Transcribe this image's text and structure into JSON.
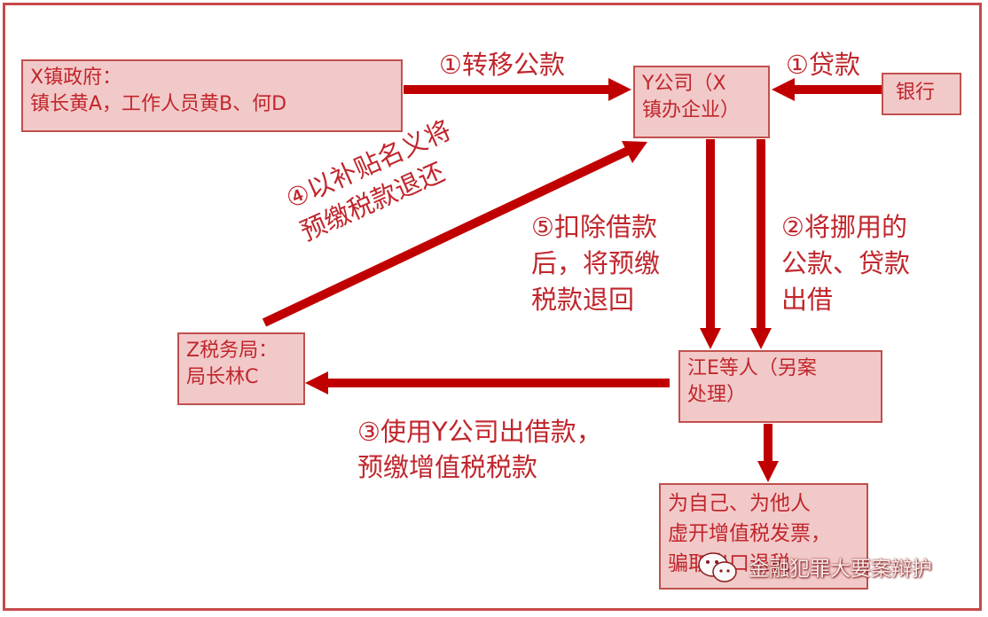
{
  "nodes": {
    "x_town": "X镇政府：\n镇长黄A，工作人员黄B、何D",
    "y_company": "Y公司（X\n镇办企业）",
    "bank": "银行",
    "z_tax": "Z税务局：\n局长林C",
    "jiang_e": "江E等人（另案\n处理）",
    "invoice": "为自己、为他人\n虚开增值税发票，\n骗取出口退税"
  },
  "edges": {
    "transfer_funds": "①转移公款",
    "loan": "①贷款",
    "lend_out": "②将挪用的\n公款、贷款\n出借",
    "prepay_tax": "③使用Y公司出借款，\n预缴增值税税款",
    "refund_subsidy": "④以补贴名义将\n预缴税款退还",
    "deduct_refund": "⑤扣除借款\n后，将预缴\n税款退回"
  },
  "watermark": {
    "text": "金融犯罪大要案辩护",
    "icon": "wechat-icon"
  },
  "colors": {
    "arrow": "#c00000",
    "box_fill": "#f2c9c9",
    "box_border": "#c0504d",
    "text": "#c0262c"
  }
}
